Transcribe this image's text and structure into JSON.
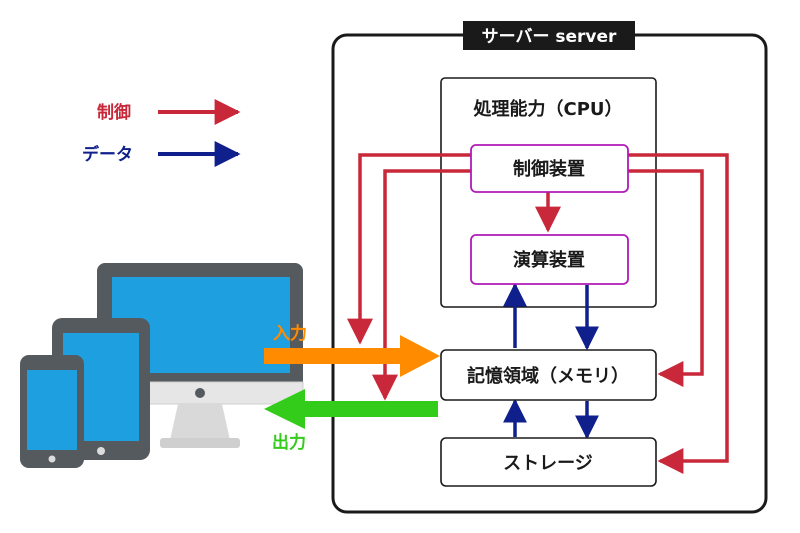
{
  "legend": {
    "control_label": "制御",
    "data_label": "データ"
  },
  "server": {
    "title": "サーバー server",
    "cpu_label": "処理能力（CPU）",
    "control_unit": "制御装置",
    "arithmetic_unit": "演算装置",
    "memory": "記憶領域（メモリ）",
    "storage": "ストレージ"
  },
  "io": {
    "input_label": "入力",
    "output_label": "出力"
  },
  "colors": {
    "control": "#c8283a",
    "data": "#0f1f8c",
    "input": "#ff8c00",
    "output": "#33cc1a",
    "unit_border": "#b01ab8",
    "device_screen": "#1d9fe0",
    "device_body": "#555a5e"
  },
  "icons": [
    "monitor-icon",
    "tablet-icon",
    "smartphone-icon"
  ]
}
